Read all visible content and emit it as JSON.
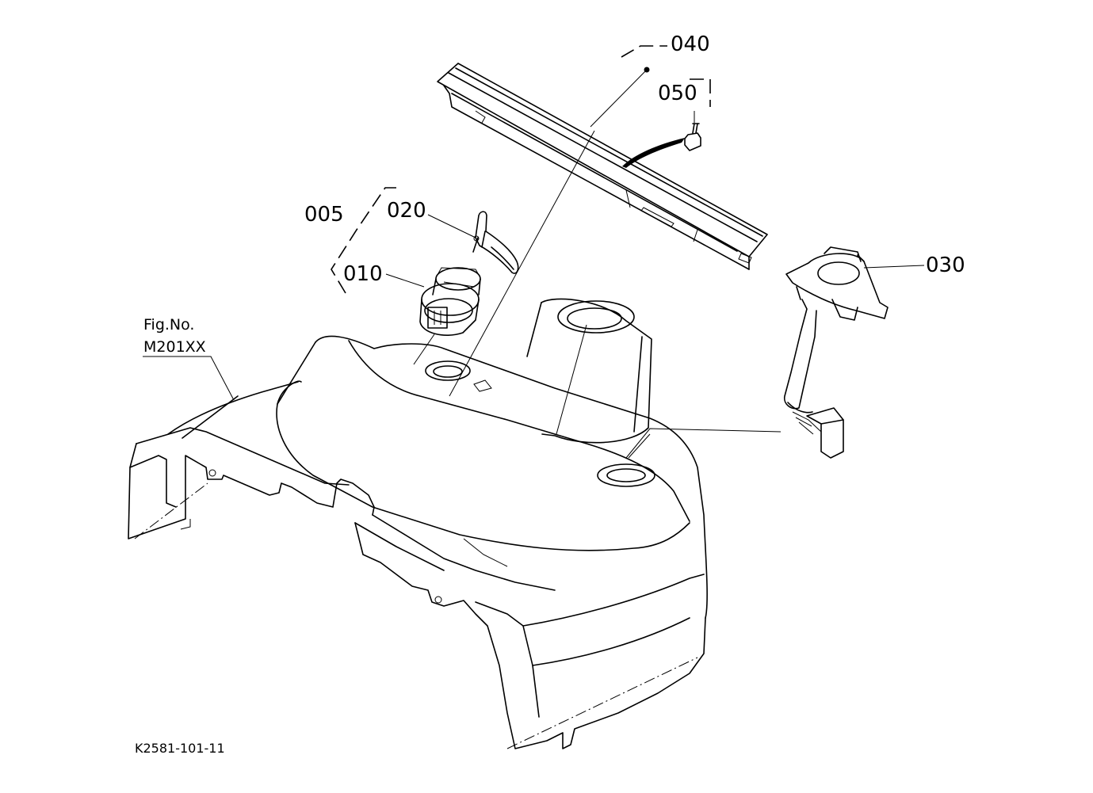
{
  "callouts": {
    "c040": "040",
    "c050": "050",
    "c005": "005",
    "c020": "020",
    "c010": "010",
    "c030": "030"
  },
  "figure_ref": {
    "line1": "Fig.No.",
    "line2": "M201XX"
  },
  "drawing_code": "K2581-101-11"
}
